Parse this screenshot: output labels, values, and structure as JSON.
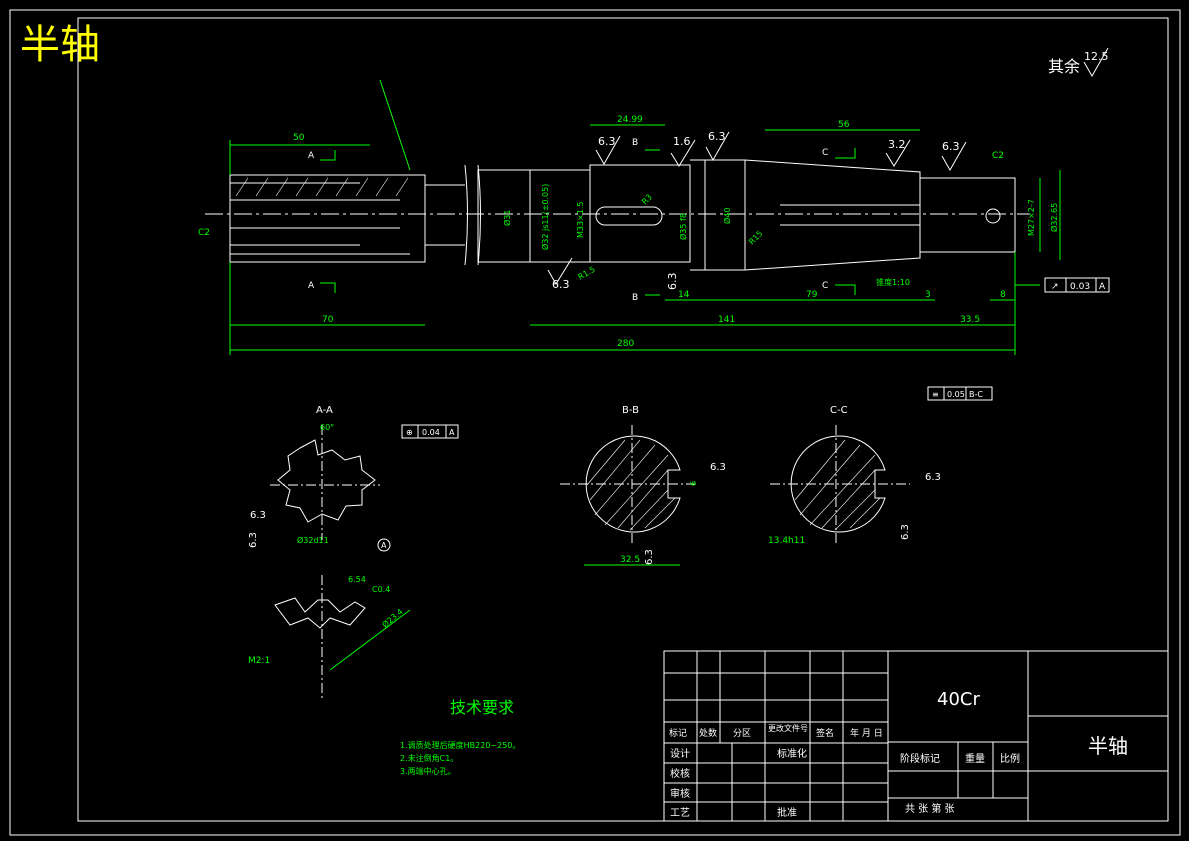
{
  "title": "半轴",
  "surface_note": {
    "label": "其余",
    "roughness": "12.5"
  },
  "main_view": {
    "dims": {
      "d50": "50",
      "d70": "70",
      "d280": "280",
      "d141": "141",
      "d33_5": "33.5",
      "d24_99": "24.99",
      "d56": "56",
      "d79": "79",
      "d14": "14",
      "d3": "3",
      "d8": "8"
    },
    "roughness": {
      "r63a": "6.3",
      "r16": "1.6",
      "r63b": "6.3",
      "r32": "3.2",
      "r63c": "6.3",
      "r63d": "6.3",
      "r63e": "6.3"
    },
    "chamfers": {
      "c2_left": "C2",
      "c2_right": "C2"
    },
    "sections": {
      "A": "A",
      "B": "B",
      "C": "C"
    },
    "diameters": {
      "d31": "Ø31",
      "d32": "Ø32 js11(±0.05)",
      "m33": "M33×1.5",
      "d35": "Ø35 f8",
      "d40": "Ø40",
      "d27": "M27×2-7",
      "d32_65": "Ø32.65"
    },
    "radii": {
      "r15": "R1.5",
      "r3": "R3",
      "r15b": "R15"
    },
    "taper": "锥度1:10",
    "tolerance_frame": {
      "symbol": "↗",
      "value": "0.03",
      "datum": "A"
    }
  },
  "section_aa": {
    "label": "A-A",
    "angle": "60°",
    "dim1": "Ø32d11",
    "tol_value": "0.04",
    "tol_datum": "A",
    "datum": "A",
    "rough1": "6.3",
    "rough2": "6.3"
  },
  "section_bb": {
    "label": "B-B",
    "width": "32.5",
    "key": "6",
    "rough1": "6.3",
    "rough2": "6.3"
  },
  "section_cc": {
    "label": "C-C",
    "dim": "13.4h11",
    "tol_value": "0.05",
    "tol_datum": "B-C",
    "rough1": "6.3",
    "rough2": "6.3"
  },
  "detail": {
    "scale": "M2:1",
    "dim1": "6.54",
    "chamfer": "C0.4",
    "dim2": "Ø23.4"
  },
  "tech_req": {
    "heading": "技术要求",
    "items": [
      "1.调质处理后硬度HB220~250。",
      "2.未注倒角C1。",
      "3.两端中心孔。"
    ]
  },
  "title_block": {
    "material": "40Cr",
    "part_name": "半轴",
    "headers": [
      "标记",
      "处数",
      "分区",
      "更改文件号",
      "签名",
      "年 月 日"
    ],
    "rows": [
      "设计",
      "校核",
      "审核",
      "工艺"
    ],
    "standard": "标准化",
    "approve": "批准",
    "stage": "阶段标记",
    "weight": "重量",
    "ratio": "比例",
    "sheet": "共    张 第    张"
  }
}
